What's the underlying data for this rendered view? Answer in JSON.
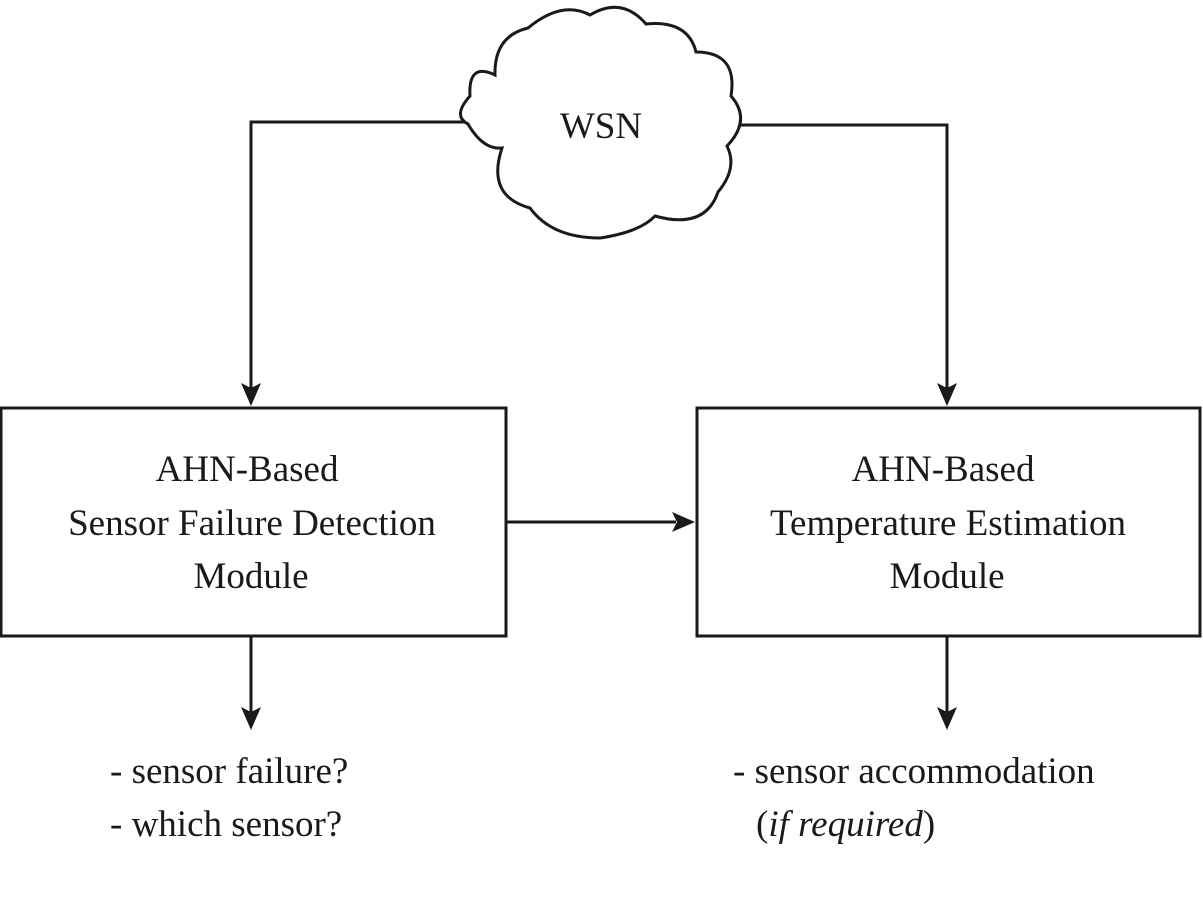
{
  "diagram": {
    "cloud": {
      "label": "WSN"
    },
    "detection_module": {
      "lines": [
        "AHN-Based",
        "Sensor Failure Detection",
        "Module"
      ]
    },
    "estimation_module": {
      "lines": [
        "AHN-Based",
        "Temperature Estimation",
        "Module"
      ]
    },
    "detection_outputs": {
      "line1": "- sensor failure?",
      "line2": "- which sensor?"
    },
    "estimation_outputs": {
      "line1": "- sensor accommodation",
      "line2_open": "(",
      "line2_italic": "if required",
      "line2_close": ")"
    },
    "edges": [
      {
        "from": "WSN",
        "to": "Sensor Failure Detection Module"
      },
      {
        "from": "WSN",
        "to": "Temperature Estimation Module"
      },
      {
        "from": "Sensor Failure Detection Module",
        "to": "Temperature Estimation Module"
      },
      {
        "from": "Sensor Failure Detection Module",
        "to": "detection outputs"
      },
      {
        "from": "Temperature Estimation Module",
        "to": "estimation outputs"
      }
    ]
  }
}
